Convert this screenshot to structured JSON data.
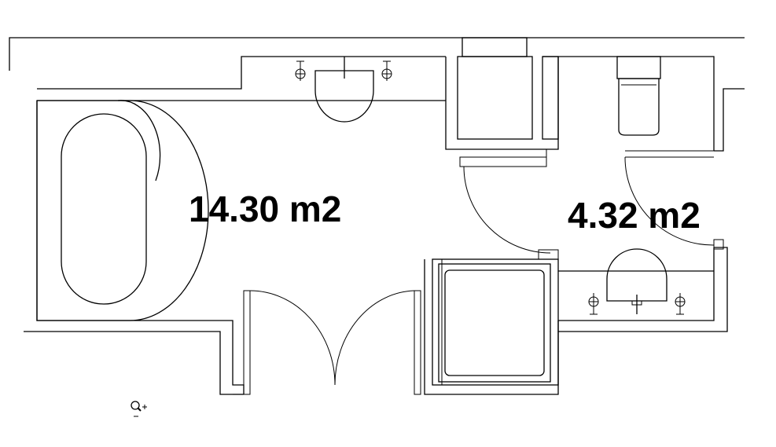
{
  "rooms": [
    {
      "id": "main-bathroom",
      "area_label": "14.30 m2"
    },
    {
      "id": "wc",
      "area_label": "4.32 m2"
    }
  ],
  "fixtures": [
    "bathtub-icon",
    "washbasin-icon",
    "toilet-icon",
    "shower-tray-icon",
    "cabinet-icon",
    "double-door-icon",
    "single-door-icon"
  ],
  "cursor": {
    "icon": "zoom-in-cursor-icon"
  },
  "colors": {
    "line": "#000000",
    "background": "#ffffff"
  }
}
